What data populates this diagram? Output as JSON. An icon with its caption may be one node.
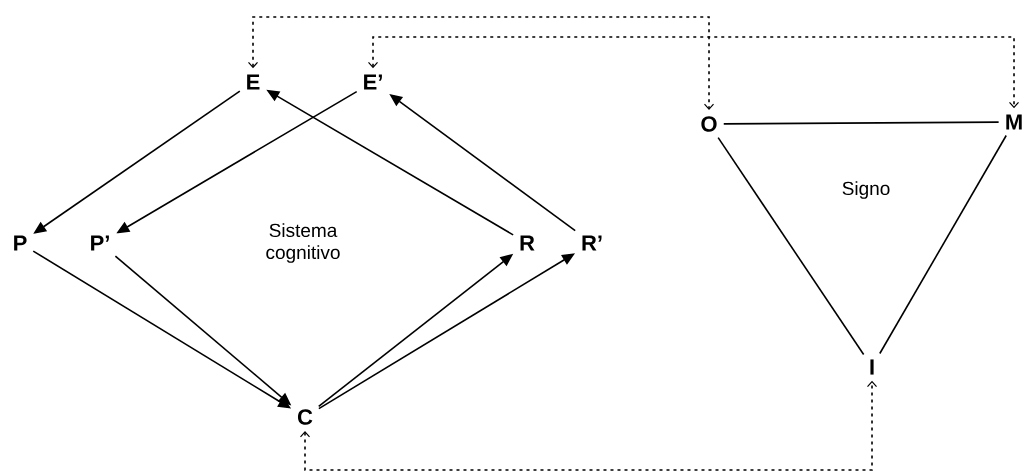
{
  "diagram": {
    "nodes": [
      {
        "text": [
          "E"
        ]
      },
      {
        "text": [
          "E’"
        ]
      },
      {
        "text": [
          "P"
        ]
      },
      {
        "text": [
          "P’"
        ]
      },
      {
        "text": [
          "C"
        ]
      },
      {
        "text": [
          "R"
        ]
      },
      {
        "text": [
          "R’"
        ]
      },
      {
        "text": [
          "O"
        ]
      },
      {
        "text": [
          "M"
        ]
      },
      {
        "text": [
          "I"
        ]
      }
    ],
    "edges": [
      {
        "from": 0,
        "to": 2,
        "arrow": "to"
      },
      {
        "from": 1,
        "to": 3,
        "arrow": "to"
      },
      {
        "from": 2,
        "to": 4,
        "arrow": "to"
      },
      {
        "from": 3,
        "to": 4,
        "arrow": "to"
      },
      {
        "from": 4,
        "to": 5,
        "arrow": "to"
      },
      {
        "from": 4,
        "to": 6,
        "arrow": "to"
      },
      {
        "from": 5,
        "to": 0,
        "arrow": "to"
      },
      {
        "from": 6,
        "to": 1,
        "arrow": "to"
      },
      {
        "from": 7,
        "to": 8,
        "arrow": "none"
      },
      {
        "from": 7,
        "to": 9,
        "arrow": "none"
      },
      {
        "from": 8,
        "to": 9,
        "arrow": "none"
      },
      {
        "from": 0,
        "to": 7,
        "arrow": "both",
        "style": "dashed"
      },
      {
        "from": 1,
        "to": 8,
        "arrow": "both",
        "style": "dashed"
      },
      {
        "from": 4,
        "to": 9,
        "arrow": "both",
        "style": "dashed"
      }
    ],
    "labels": [
      "Sistema cognitivo",
      "Signo"
    ]
  }
}
